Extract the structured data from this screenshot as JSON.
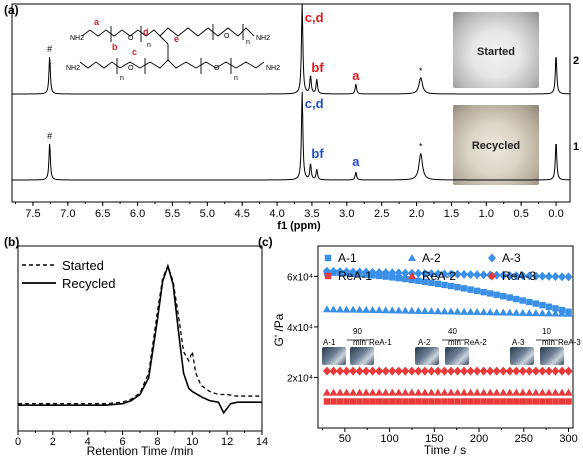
{
  "chart_data": [
    {
      "panel": "(a)",
      "type": "line",
      "xlabel": "f1 (ppm)",
      "x_ticks": [
        "7.5",
        "7.0",
        "6.5",
        "6.0",
        "5.5",
        "5.0",
        "4.5",
        "4.0",
        "3.5",
        "3.0",
        "2.5",
        "2.0",
        "1.5",
        "1.0",
        "0.5",
        "0.0"
      ],
      "xlim": [
        7.8,
        -0.2
      ],
      "series": [
        {
          "name": "Started",
          "side_label": "2",
          "photo_label": "Started",
          "peaks": [
            {
              "ppm": 7.26,
              "height": 0.42,
              "label": "#"
            },
            {
              "ppm": 3.64,
              "height": 1.0,
              "label": "c,d"
            },
            {
              "ppm": 3.52,
              "height": 0.2,
              "label": "bf"
            },
            {
              "ppm": 3.43,
              "height": 0.16,
              "label": ""
            },
            {
              "ppm": 2.87,
              "height": 0.11,
              "label": "a"
            },
            {
              "ppm": 1.94,
              "height": 0.18,
              "label": "*"
            },
            {
              "ppm": 0.0,
              "height": 0.44,
              "label": ""
            }
          ]
        },
        {
          "name": "Recycled",
          "side_label": "1",
          "photo_label": "Recycled",
          "peaks": [
            {
              "ppm": 7.26,
              "height": 0.42,
              "label": "#"
            },
            {
              "ppm": 3.64,
              "height": 1.0,
              "label": "c,d"
            },
            {
              "ppm": 3.52,
              "height": 0.18,
              "label": "bf"
            },
            {
              "ppm": 3.43,
              "height": 0.12,
              "label": ""
            },
            {
              "ppm": 2.87,
              "height": 0.09,
              "label": "a"
            },
            {
              "ppm": 1.94,
              "height": 0.3,
              "label": "*"
            },
            {
              "ppm": 0.0,
              "height": 0.44,
              "label": ""
            }
          ]
        }
      ],
      "structure_labels": [
        "a",
        "b",
        "c",
        "d",
        "e",
        "n",
        "n",
        "n",
        "n",
        "NH2",
        "NH2",
        "NH2",
        "NH2",
        "O",
        "O",
        "O",
        "O"
      ]
    },
    {
      "panel": "(b)",
      "type": "line",
      "xlabel": "Retention Time /min",
      "ylabel": "",
      "xlim": [
        0,
        14
      ],
      "x_ticks": [
        "0",
        "2",
        "4",
        "6",
        "8",
        "10",
        "12",
        "14"
      ],
      "series": [
        {
          "name": "Started",
          "style": "dashed",
          "x": [
            0,
            2,
            4,
            5,
            6,
            6.5,
            7,
            7.5,
            8,
            8.3,
            8.6,
            8.9,
            9.2,
            9.5,
            9.8,
            10,
            10.2,
            10.5,
            11,
            11.5,
            12,
            12.5,
            13,
            14
          ],
          "y": [
            0.1,
            0.1,
            0.1,
            0.1,
            0.11,
            0.13,
            0.17,
            0.3,
            0.7,
            0.92,
            1.0,
            0.9,
            0.68,
            0.44,
            0.38,
            0.44,
            0.3,
            0.22,
            0.18,
            0.16,
            0.16,
            0.15,
            0.15,
            0.15
          ]
        },
        {
          "name": "Recycled",
          "style": "solid",
          "x": [
            0,
            2,
            4,
            5,
            6,
            6.5,
            7,
            7.5,
            8,
            8.3,
            8.6,
            8.9,
            9.2,
            9.5,
            9.8,
            10,
            10.3,
            10.6,
            11,
            11.5,
            11.8,
            12.2,
            12.6,
            13,
            14
          ],
          "y": [
            0.09,
            0.09,
            0.09,
            0.09,
            0.1,
            0.12,
            0.16,
            0.27,
            0.65,
            0.9,
            1.0,
            0.88,
            0.58,
            0.3,
            0.2,
            0.18,
            0.16,
            0.14,
            0.12,
            0.11,
            0.04,
            0.1,
            0.11,
            0.11,
            0.11
          ]
        }
      ]
    },
    {
      "panel": "(c)",
      "type": "scatter",
      "xlabel": "Time / s",
      "ylabel": "G' /Pa",
      "xlim": [
        20,
        305
      ],
      "ylim": [
        0,
        72000
      ],
      "x_ticks": [
        50,
        100,
        150,
        200,
        250,
        300
      ],
      "y_ticks": [
        {
          "v": 20000,
          "label": "2x10⁴"
        },
        {
          "v": 40000,
          "label": "4x10⁴"
        },
        {
          "v": 60000,
          "label": "6x10⁴"
        }
      ],
      "legend": "top",
      "series": [
        {
          "name": "A-1",
          "marker": "square",
          "color": "#3a8fe6",
          "start": 61500,
          "end": 46000,
          "mode": "decay"
        },
        {
          "name": "A-2",
          "marker": "triangle",
          "color": "#3a8fe6",
          "start": 47000,
          "end": 45200,
          "mode": "linear"
        },
        {
          "name": "A-3",
          "marker": "diamond",
          "color": "#3a8fe6",
          "start": 62000,
          "end": 59800,
          "mode": "linear"
        },
        {
          "name": "ReA-1",
          "marker": "square",
          "color": "#e83a3a",
          "start": 10500,
          "end": 10500,
          "mode": "linear"
        },
        {
          "name": "ReA-2",
          "marker": "triangle",
          "color": "#e83a3a",
          "start": 14000,
          "end": 14000,
          "mode": "linear"
        },
        {
          "name": "ReA-3",
          "marker": "diamond",
          "color": "#e83a3a",
          "start": 22500,
          "end": 22500,
          "mode": "linear"
        }
      ],
      "inset_annotations": [
        {
          "from": "A-1",
          "time": "90",
          "unit": "min",
          "to": "ReA-1"
        },
        {
          "from": "A-2",
          "time": "40",
          "unit": "min",
          "to": "ReA-2"
        },
        {
          "from": "A-3",
          "time": "10",
          "unit": "min",
          "to": "ReA-3"
        }
      ]
    }
  ]
}
